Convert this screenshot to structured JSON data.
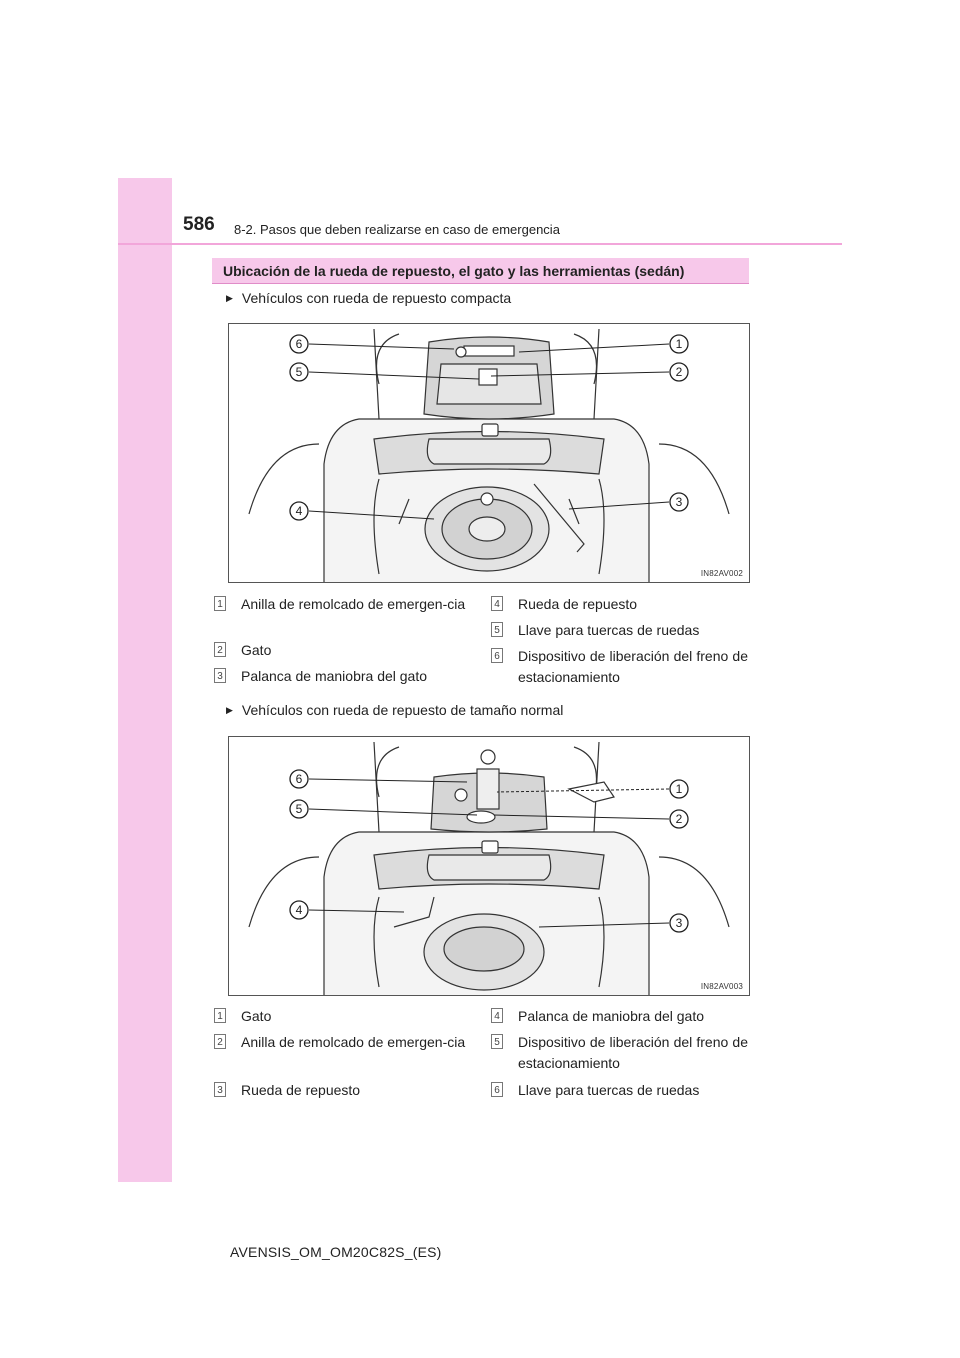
{
  "header": {
    "page_number": "586",
    "section_title": "8-2. Pasos que deben realizarse en caso de emergencia"
  },
  "box_heading": "Ubicación de la rueda de repuesto, el gato y las herramientas (sedán)",
  "sections": [
    {
      "bullet": "Vehículos con rueda de repuesto compacta",
      "figure_code": "IN82AV002",
      "callouts": [
        "1",
        "2",
        "3",
        "4",
        "5",
        "6"
      ],
      "legend": [
        {
          "num": "1",
          "text": "Anilla de remolcado de emergen-cia"
        },
        {
          "num": "2",
          "text": "Gato"
        },
        {
          "num": "3",
          "text": "Palanca de maniobra del gato"
        },
        {
          "num": "4",
          "text": "Rueda de repuesto"
        },
        {
          "num": "5",
          "text": "Llave para tuercas de ruedas"
        },
        {
          "num": "6",
          "text": "Dispositivo de liberación del freno de estacionamiento"
        }
      ]
    },
    {
      "bullet": "Vehículos con rueda de repuesto de tamaño normal",
      "figure_code": "IN82AV003",
      "callouts": [
        "1",
        "2",
        "3",
        "4",
        "5",
        "6"
      ],
      "legend": [
        {
          "num": "1",
          "text": "Gato"
        },
        {
          "num": "2",
          "text": "Anilla de remolcado de emergen-cia"
        },
        {
          "num": "3",
          "text": "Rueda de repuesto"
        },
        {
          "num": "4",
          "text": "Palanca de maniobra del gato"
        },
        {
          "num": "5",
          "text": "Dispositivo de liberación del freno de estacionamiento"
        },
        {
          "num": "6",
          "text": "Llave para tuercas de ruedas"
        }
      ]
    }
  ],
  "footer": "AVENSIS_OM_OM20C82S_(ES)",
  "colors": {
    "sidebar": "#f7c8ea",
    "rule": "#f2a6da",
    "heading_bg": "#f7c8ea",
    "figure_fill": "#e3e3e3"
  }
}
